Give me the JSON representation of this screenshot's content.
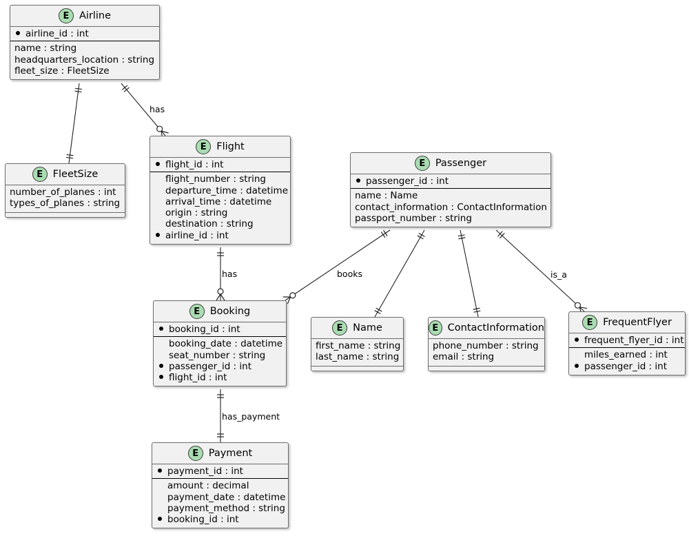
{
  "entities": {
    "airline": {
      "name": "Airline",
      "keys": [
        "airline_id : int"
      ],
      "attributes": [
        "name : string",
        "headquarters_location : string",
        "fleet_size : FleetSize"
      ]
    },
    "fleetsize": {
      "name": "FleetSize",
      "attributes": [
        "number_of_planes : int",
        "types_of_planes : string"
      ]
    },
    "flight": {
      "name": "Flight",
      "keys": [
        "flight_id : int"
      ],
      "attributes": [
        "flight_number : string",
        "departure_time : datetime",
        "arrival_time : datetime",
        "origin : string",
        "destination : string"
      ],
      "foreign_keys": [
        "airline_id : int"
      ]
    },
    "passenger": {
      "name": "Passenger",
      "keys": [
        "passenger_id : int"
      ],
      "attributes": [
        "name : Name",
        "contact_information : ContactInformation",
        "passport_number : string"
      ]
    },
    "booking": {
      "name": "Booking",
      "keys": [
        "booking_id : int"
      ],
      "attributes": [
        "booking_date : datetime",
        "seat_number : string"
      ],
      "foreign_keys": [
        "passenger_id : int",
        "flight_id : int"
      ]
    },
    "name_entity": {
      "name": "Name",
      "attributes": [
        "first_name : string",
        "last_name : string"
      ]
    },
    "contact": {
      "name": "ContactInformation",
      "attributes": [
        "phone_number : string",
        "email : string"
      ]
    },
    "frequentflyer": {
      "name": "FrequentFlyer",
      "keys": [
        "frequent_flyer_id : int"
      ],
      "attributes": [
        "miles_earned : int"
      ],
      "foreign_keys": [
        "passenger_id : int"
      ]
    },
    "payment": {
      "name": "Payment",
      "keys": [
        "payment_id : int"
      ],
      "attributes": [
        "amount : decimal",
        "payment_date : datetime",
        "payment_method : string"
      ],
      "foreign_keys": [
        "booking_id : int"
      ]
    }
  },
  "badge_letter": "E",
  "relationships": [
    {
      "id": "airline-fleetsize",
      "from": "Airline",
      "to": "FleetSize",
      "label": "",
      "from_end": "one",
      "to_end": "one"
    },
    {
      "id": "airline-flight",
      "from": "Airline",
      "to": "Flight",
      "label": "has",
      "from_end": "one",
      "to_end": "zero-many"
    },
    {
      "id": "flight-booking",
      "from": "Flight",
      "to": "Booking",
      "label": "has",
      "from_end": "one",
      "to_end": "zero-many"
    },
    {
      "id": "passenger-booking",
      "from": "Passenger",
      "to": "Booking",
      "label": "books",
      "from_end": "one",
      "to_end": "zero-many"
    },
    {
      "id": "passenger-name",
      "from": "Passenger",
      "to": "Name",
      "label": "",
      "from_end": "one",
      "to_end": "one"
    },
    {
      "id": "passenger-contact",
      "from": "Passenger",
      "to": "ContactInformation",
      "label": "",
      "from_end": "one",
      "to_end": "one"
    },
    {
      "id": "passenger-frequentflyer",
      "from": "Passenger",
      "to": "FrequentFlyer",
      "label": "is_a",
      "from_end": "one",
      "to_end": "zero-many"
    },
    {
      "id": "booking-payment",
      "from": "Booking",
      "to": "Payment",
      "label": "has_payment",
      "from_end": "one",
      "to_end": "one"
    }
  ],
  "colors": {
    "entity_fill": "#f1f1f1",
    "entity_border": "#6b6b6b",
    "badge_fill": "#a9dcb1",
    "line": "#222222"
  }
}
